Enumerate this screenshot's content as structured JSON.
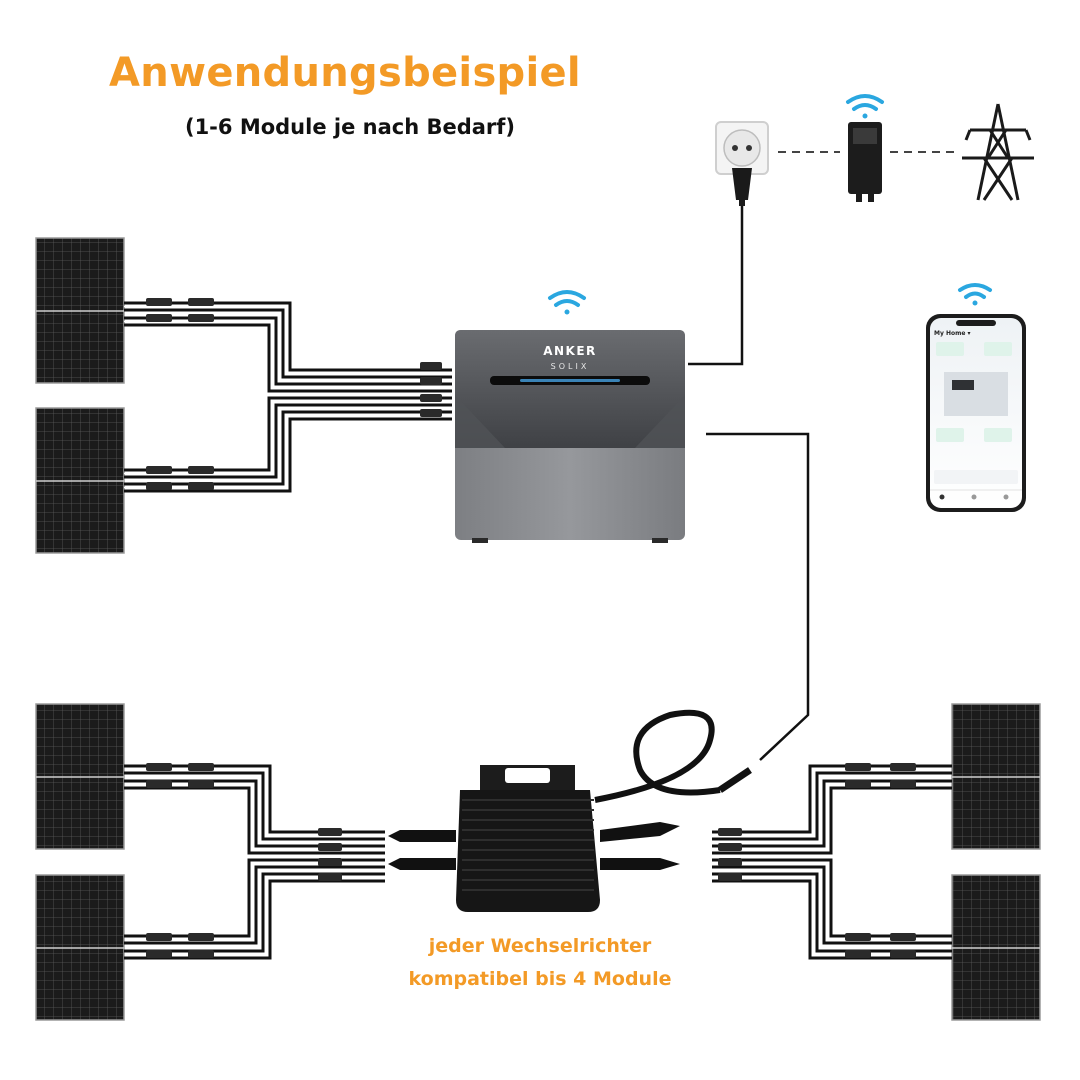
{
  "title": "Anwendungsbeispiel",
  "subtitle": "(1-6 Module je nach Bedarf)",
  "battery": {
    "brand": "ANKER",
    "product": "SOLIX"
  },
  "phone": {
    "header": "My Home ▾"
  },
  "inverter_caption": {
    "line1": "jeder Wechselrichter",
    "line2": "kompatibel bis 4 Module"
  },
  "colors": {
    "accent": "#f39a26",
    "wifi": "#2aa7e0",
    "panel": "#1c1c1c",
    "battery": "#5b5d61",
    "inverter": "#161616"
  },
  "icons": [
    "wifi-icon",
    "power-socket-icon",
    "plug-icon",
    "smart-meter-icon",
    "power-tower-icon",
    "smartphone-icon"
  ],
  "panels_count": 6
}
